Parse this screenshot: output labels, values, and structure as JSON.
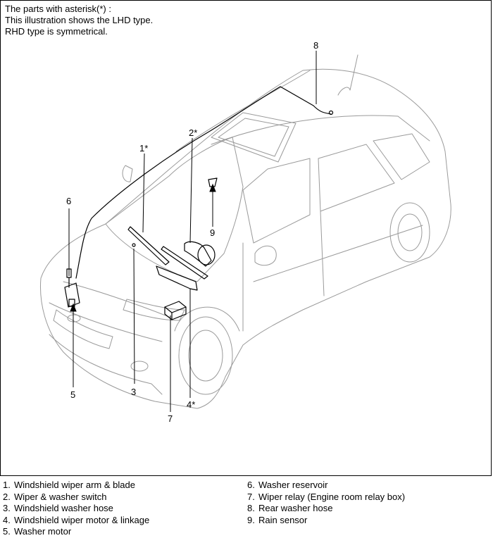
{
  "note": {
    "line1": "The parts with asterisk(*) :",
    "line2": "This illustration shows the LHD type.",
    "line3": "RHD type is symmetrical."
  },
  "callouts": {
    "c1": "1*",
    "c2": "2*",
    "c3": "3",
    "c4": "4*",
    "c5": "5",
    "c6": "6",
    "c7": "7",
    "c8": "8",
    "c9": "9"
  },
  "legend": [
    {
      "num": "1.",
      "label": "Windshield wiper arm & blade"
    },
    {
      "num": "2.",
      "label": "Wiper & washer switch"
    },
    {
      "num": "3.",
      "label": "Windshield washer hose"
    },
    {
      "num": "4.",
      "label": "Windshield wiper motor & linkage"
    },
    {
      "num": "5.",
      "label": "Washer motor"
    },
    {
      "num": "6.",
      "label": "Washer reservoir"
    },
    {
      "num": "7.",
      "label": "Wiper relay (Engine room relay box)"
    },
    {
      "num": "8.",
      "label": "Rear washer hose"
    },
    {
      "num": "9.",
      "label": "Rain sensor"
    }
  ]
}
